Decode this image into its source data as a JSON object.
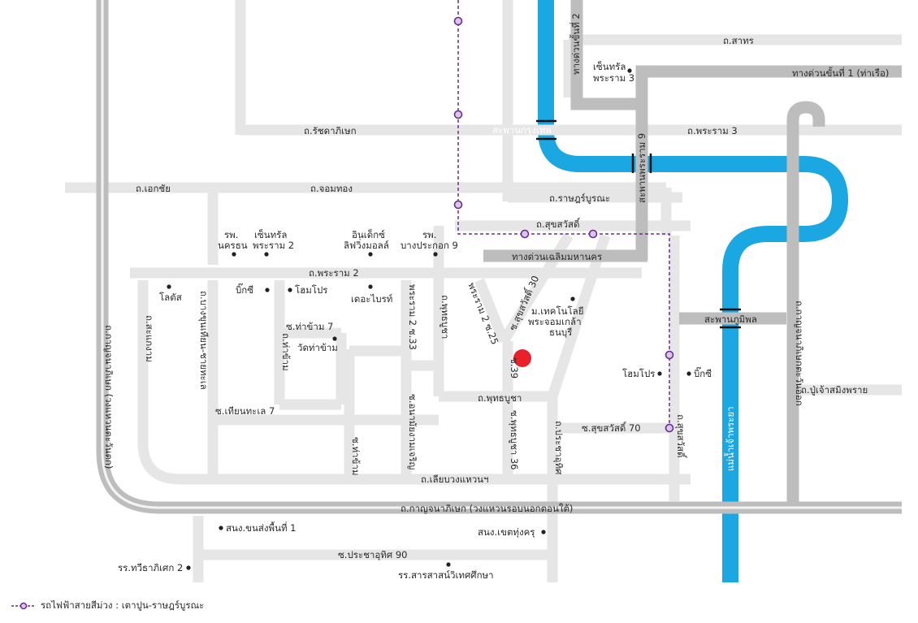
{
  "roads": {
    "sathorn": "ถ.สาทร",
    "ratchada": "ถ.รัชดาภิเษก",
    "rama3": "ถ.พระราม 3",
    "ekkachai": "ถ.เอกชัย",
    "chomthong": "ถ.จอมทอง",
    "ratburana": "ถ.ราษฎร์บูรณะ",
    "suksawat": "ถ.สุขสวัสดิ์",
    "rama2": "ถ.พระราม 2",
    "kanchanaphisek_west": "ถ.กาญจนาภิเษก (วงแหวนตะวันตก)",
    "kanchanaphisek_south": "ถ.กาญจนาภิเษก (วงแหวนรอบนอกตอนใต้)",
    "liapwongwaen": "ถ.เลียบวงแหวนฯ",
    "puchao": "ถ.ปู่เจ้าสมิงพราย",
    "samaekdam": "ถ.สะแกงาม",
    "bangkhunthian": "ถ.บางขุนเทียน-ชายทะเล",
    "tha_kham": "ถ.ท่าข้าม",
    "soi_tha_kham_7": "ซ.ท่าข้าม 7",
    "soi_tha_kham": "ซ.ท่าข้าม",
    "soi_thianthale_7": "ซ.เทียนทะเล 7",
    "rama2_soi33": "พระราม 2 ซ.33",
    "soi_anamai": "ซ.อนามัยงามเจริญ",
    "phutthabucha": "ถ.พุทธบูชา",
    "phutthabucha_h": "ถ.พุทธบูชา",
    "soi_phutthabucha36": "ซ.พุทธบูชา 36",
    "rama2_soi25": "พระราม 2 ซ.25",
    "suksawat30": "ซ.สุขสวัสดิ์ 30",
    "soi39": "ซ.39",
    "pracha_uthit": "ถ.ประชาอุทิศ",
    "soi_suksawat70": "ซ.สุขสวัสดิ์ 70",
    "suksawat_v": "ถ.สุขสวัสดิ์",
    "soi_pracha_uthit90": "ซ.ประชาอุทิศ 90",
    "chalerm_expressway": "ทางด่วนเฉลิมมหานคร",
    "expressway2": "ทางด่วนขั้นที่ 2",
    "expressway1": "ทางด่วนขั้นที่ 1 (ท่าเรือ)",
    "kanchanaphisek_east": "ถ.กาญจนาภิเษกตะวันออก",
    "krungthep_bridge": "สะพานกรุงเทพ",
    "rama9_bridge": "สะพานพระราม 9",
    "bhumibol_bridge": "สะพานภูมิพล",
    "river": "แม่น้ำเจ้าพระยา"
  },
  "places": {
    "central_rama3_a": "เซ็นทรัล",
    "central_rama3_b": "พระราม 3",
    "hosp_nakhon_a": "รพ.",
    "hosp_nakhon_b": "นครธน",
    "central_rama2_a": "เซ็นทรัล",
    "central_rama2_b": "พระราม 2",
    "index_a": "อินเด็กซ์",
    "index_b": "ลิฟวิ่งมอลล์",
    "hosp_bpk_a": "รพ.",
    "hosp_bpk_b": "บางประกอก 9",
    "lotus": "โลตัส",
    "bigc_w": "บิ๊กซี",
    "homepro_w": "โฮมโปร",
    "theiabreath": "เดอะไบรท์",
    "wat_tha_kham": "วัดท่าข้าม",
    "kmutt_a": "ม.เทคโนโลยี",
    "kmutt_b": "พระจอมเกล้า",
    "kmutt_c": "ธนบุรี",
    "homepro_e": "โฮมโปร",
    "bigc_e": "บิ๊กซี",
    "transport_office": "สนง.ขนส่งพื้นที่ 1",
    "district_office": "สนง.เขตทุ่งครุ",
    "school_thawee": "รร.ทวีธาภิเศก 2",
    "school_sarasas": "รร.สารสาสน์วิเทศศึกษา"
  },
  "legend": {
    "label": "รถไฟฟ้าสายสีม่วง : เตาปูน-ราษฎร์บูรณะ"
  },
  "colors": {
    "road": "#e6e6e6",
    "expressway": "#bdbdbd",
    "river": "#1ba7e2",
    "purple_line": "#6a2c91",
    "marker": "#e8212b"
  }
}
